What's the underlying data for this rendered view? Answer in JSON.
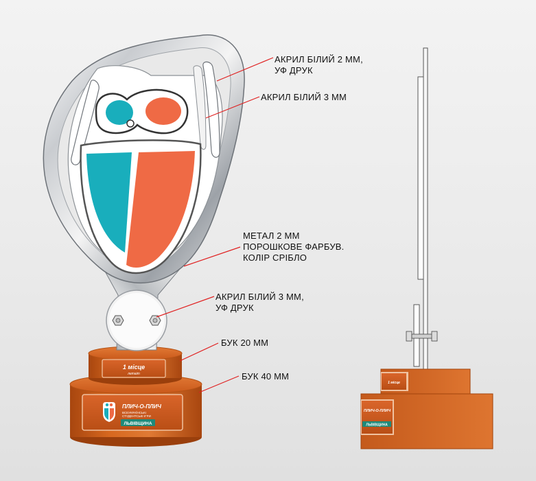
{
  "callouts": {
    "acrylic_2mm_uv": "АКРИЛ БІЛИЙ 2 ММ,\nУФ ДРУК",
    "acrylic_3mm": "АКРИЛ БІЛИЙ 3 ММ",
    "metal_2mm": "МЕТАЛ 2 ММ\nПОРОШКОВЕ ФАРБУВ.\nКОЛІР СРІБЛО",
    "acrylic_3mm_uv": "АКРИЛ БІЛИЙ 3 ММ,\nУФ ДРУК",
    "beech_20mm": "БУК 20 ММ",
    "beech_40mm": "БУК 40 ММ"
  },
  "plaque_small": {
    "line1": "1 місце",
    "line2": "летаіт"
  },
  "plaque_large": {
    "brand": "ПЛИЧ-О-ПЛИЧ",
    "sub1": "ВСЕУКРАЇНСЬКІ",
    "sub2": "СТУДЕНТСЬКІ ІГРИ",
    "city": "ЛЬВІВЩИНА"
  },
  "side_view_plaques": {
    "small_line1": "1 місце",
    "large_brand": "ПЛИЧ-О-ПЛИЧ",
    "large_city": "ЛЬВІВЩИНА"
  },
  "colors": {
    "leader_line": "#e02020",
    "logo_cyan": "#19aebc",
    "logo_orange": "#ef6a45",
    "wood": "#cc5f1a",
    "plaque_green": "#1e8a7a"
  }
}
